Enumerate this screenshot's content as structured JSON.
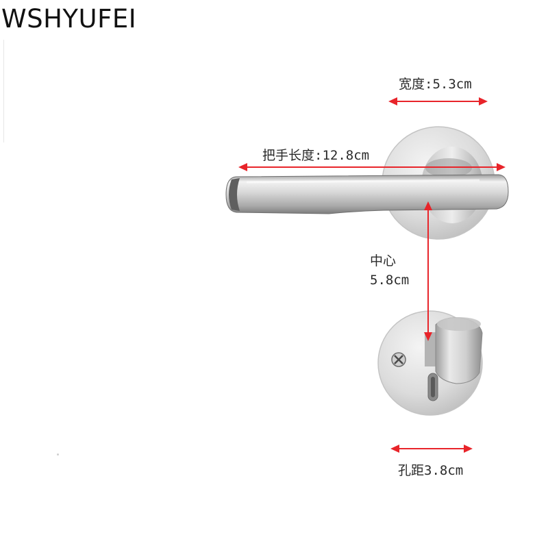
{
  "brand": {
    "text": "WSHYUFEI"
  },
  "dimensions": {
    "rose_width": "宽度:5.3cm",
    "handle_length": "把手长度:12.8cm",
    "center_label": "中心",
    "center_value": "5.8cm",
    "hole_distance": "孔距3.8cm"
  },
  "colors": {
    "arrow": "#e8242a",
    "metal_light": "#e4e4e4",
    "metal_dark": "#8a8a8a",
    "background": "#ffffff"
  }
}
